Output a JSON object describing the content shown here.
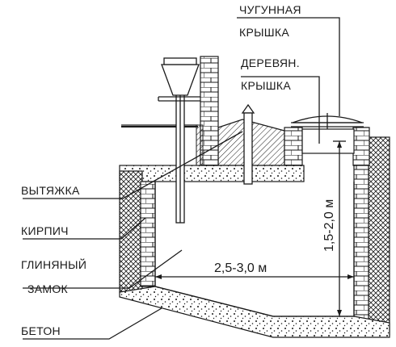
{
  "labels": {
    "cast_iron_lid_1": "ЧУГУННАЯ",
    "cast_iron_lid_2": "КРЫШКА",
    "wooden_lid_1": "ДЕРЕВЯН.",
    "wooden_lid_2": "КРЫШКА",
    "exhaust": "ВЫТЯЖКА",
    "brick": "КИРПИЧ",
    "clay_lock_1": "ГЛИНЯНЫЙ",
    "clay_lock_2": "ЗАМОК",
    "concrete": "БЕТОН"
  },
  "dimensions": {
    "width": "2,5-3,0 м",
    "depth": "1,5-2,0 м"
  }
}
